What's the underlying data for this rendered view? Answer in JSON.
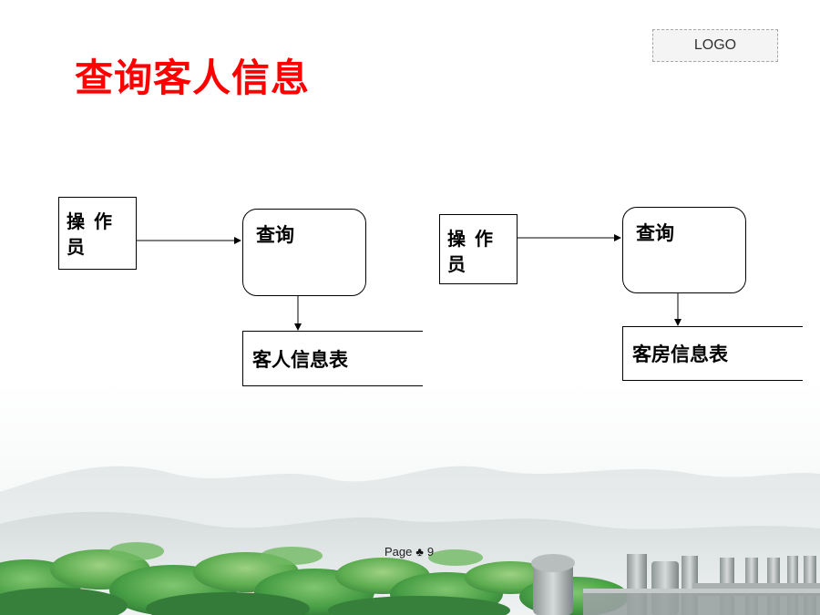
{
  "title": "查询客人信息",
  "logo": "LOGO",
  "left_diagram": {
    "actor": "操作员",
    "process": "查询",
    "datastore": "客人信息表"
  },
  "right_diagram": {
    "actor": "操作员",
    "process": "查询",
    "datastore": "客房信息表"
  },
  "footer": {
    "page_label": "Page",
    "page_symbol": "♣",
    "page_number": "9"
  }
}
